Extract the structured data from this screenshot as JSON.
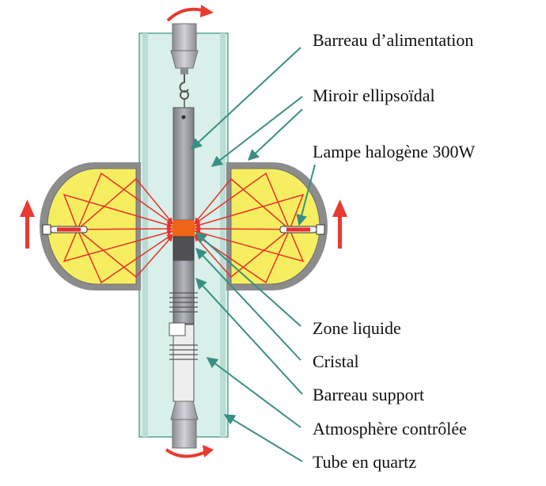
{
  "labels": {
    "feed_rod": "Barreau d’alimentation",
    "ellipsoidal_mirror": "Miroir ellipsoïdal",
    "halogen_lamp": "Lampe halogène 300W",
    "liquid_zone": "Zone liquide",
    "crystal": "Cristal",
    "support_rod": "Barreau support",
    "controlled_atmosphere": "Atmosphère contrôlée",
    "quartz_tube": "Tube en quartz"
  },
  "colors": {
    "mirror_fill": "#f6ee60",
    "mirror_shell": "#8c8c8c",
    "rays": "#e8302a",
    "leader_lines": "#3a8f83",
    "quartz_tube": "#d9efe9",
    "quartz_edge": "#5aa595",
    "rod": "#9a9aa2",
    "molten_zone": "#f06418",
    "crystal": "#505054",
    "motion_arrows": "#e83a30"
  }
}
